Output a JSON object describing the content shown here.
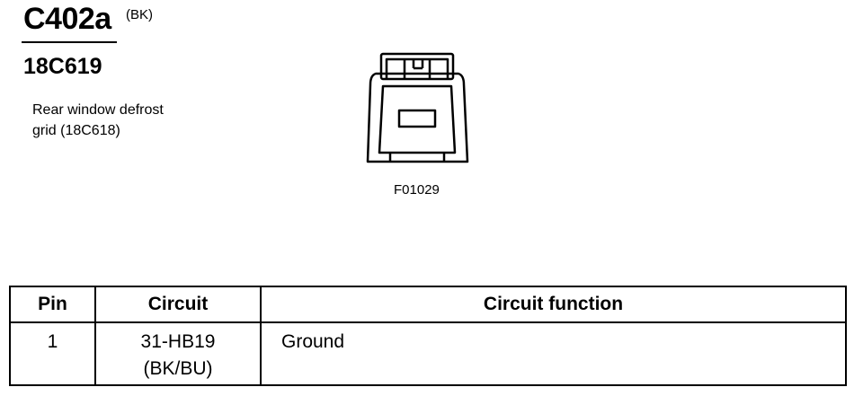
{
  "connector": {
    "id": "C402a",
    "color_code": "(BK)",
    "part_number": "18C619",
    "description_line1": "Rear window defrost",
    "description_line2": "grid (18C618)",
    "figure_id": "F01029"
  },
  "table": {
    "headers": {
      "pin": "Pin",
      "circuit": "Circuit",
      "function": "Circuit function"
    },
    "rows": [
      {
        "pin": "1",
        "circuit_line1": "31-HB19",
        "circuit_line2": "(BK/BU)",
        "function": "Ground"
      }
    ]
  }
}
